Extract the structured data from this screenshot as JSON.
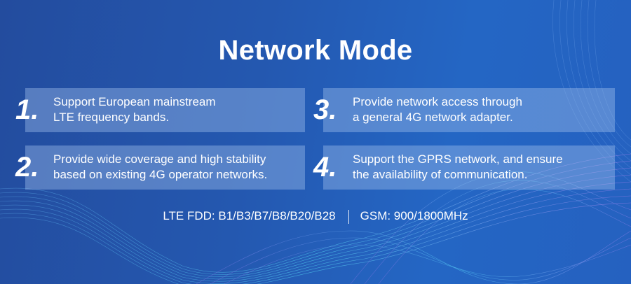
{
  "title": "Network Mode",
  "features": [
    {
      "number": "1.",
      "line1": "Support European mainstream",
      "line2": "LTE frequency bands."
    },
    {
      "number": "2.",
      "line1": "Provide wide coverage and high stability",
      "line2": "based on existing 4G operator networks."
    },
    {
      "number": "3.",
      "line1": "Provide network access through",
      "line2": "a general 4G network adapter."
    },
    {
      "number": "4.",
      "line1": "Support the GPRS network, and ensure",
      "line2": "the availability of communication."
    }
  ],
  "specs": {
    "lte": "LTE FDD: B1/B3/B7/B8/B20/B28",
    "gsm": "GSM: 900/1800MHz"
  },
  "colors": {
    "background": "#2458b0",
    "card": "#8fb0e3",
    "text": "#ffffff",
    "wave_cyan": "#4fd0f0",
    "wave_purple": "#9a7ae8"
  }
}
